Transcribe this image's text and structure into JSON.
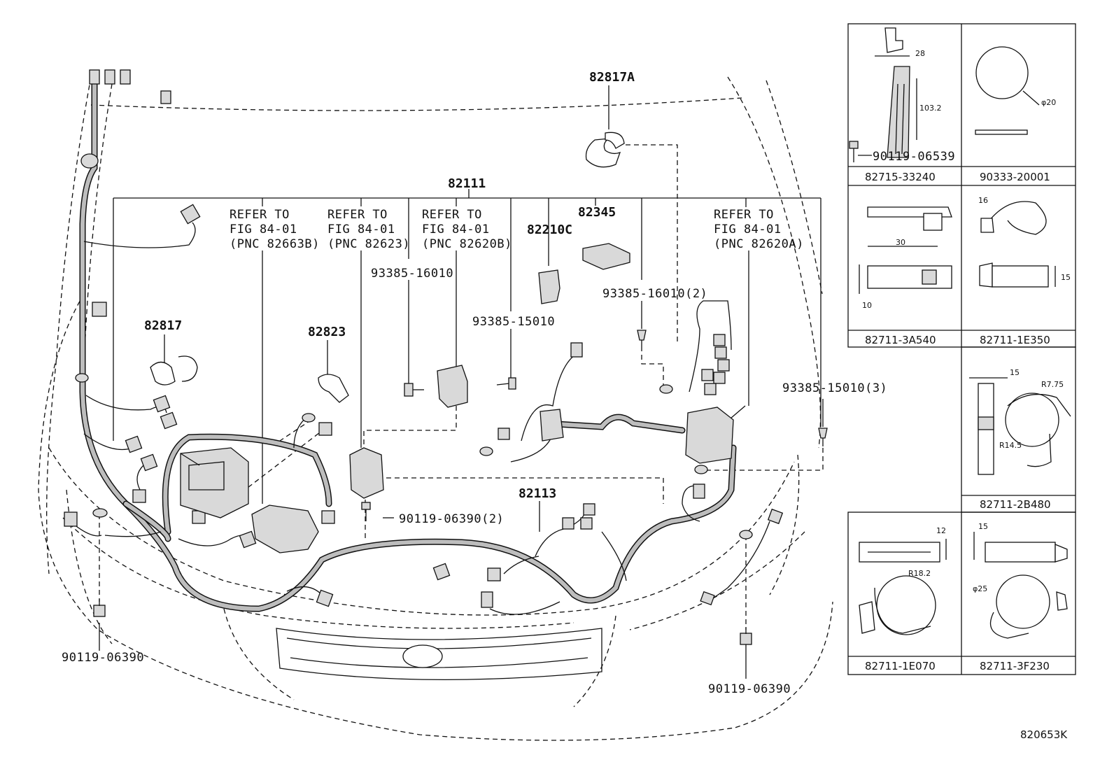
{
  "main_labels": {
    "p82817a": "82817A",
    "p82111": "82111",
    "p82345": "82345",
    "p82210c": "82210C",
    "p82817": "82817",
    "p82823": "82823",
    "p82113": "82113",
    "s93385_16010": "93385-16010",
    "s93385_15010": "93385-15010",
    "s93385_16010_2": "93385-16010(2)",
    "s93385_15010_3": "93385-15010(3)",
    "b90119_06390_2": "90119-06390(2)",
    "b90119_06390_left": "90119-06390",
    "b90119_06390_right": "90119-06390"
  },
  "refer_blocks": [
    {
      "line1": "REFER TO",
      "line2": "FIG 84-01",
      "line3": "(PNC 82663B)"
    },
    {
      "line1": "REFER TO",
      "line2": "FIG 84-01",
      "line3": "(PNC 82623)"
    },
    {
      "line1": "REFER TO",
      "line2": "FIG 84-01",
      "line3": "(PNC 82620B)"
    },
    {
      "line1": "REFER TO",
      "line2": "FIG 84-01",
      "line3": "(PNC 82620A)"
    }
  ],
  "side_panel": {
    "cells": [
      {
        "code": "82715-33240",
        "bolt": "90119-06539",
        "dims": [
          "28",
          "103.2"
        ]
      },
      {
        "code": "90333-20001",
        "dims": [
          "φ20"
        ]
      },
      {
        "code": "82711-3A540",
        "dims": [
          "30",
          "10"
        ]
      },
      {
        "code": "82711-1E350",
        "dims": [
          "16",
          "15"
        ]
      },
      {
        "code": "82711-2B480",
        "dims": [
          "15",
          "R7.75",
          "R14.5"
        ]
      },
      {
        "code": "82711-1E070",
        "dims": [
          "12",
          "R18.2"
        ]
      },
      {
        "code": "82711-3F230",
        "dims": [
          "15",
          "φ25"
        ]
      }
    ]
  },
  "figure_id": "820653K"
}
